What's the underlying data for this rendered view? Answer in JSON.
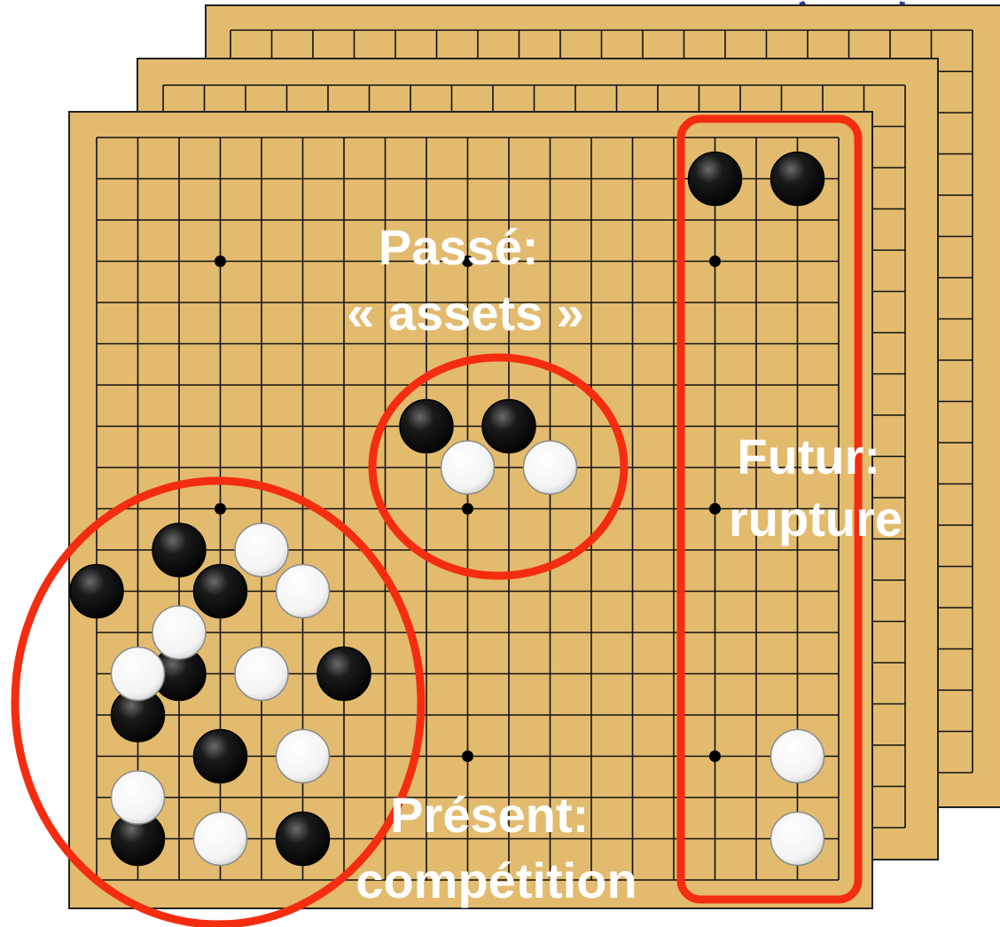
{
  "labels": {
    "past": [
      "Passé:",
      "« assets »"
    ],
    "future": [
      "Futur:",
      "rupture"
    ],
    "present": [
      "Présent:",
      "compétition"
    ]
  },
  "colors": {
    "board": "#e2bb6e",
    "grid": "#111111",
    "highlight": "#f52d10",
    "label_text": "#ffffff",
    "black_stone": "#000000",
    "white_stone": "#ffffff"
  },
  "boards": {
    "layers": 3,
    "size": 19,
    "star_points": true
  },
  "stones": {
    "black": [
      [
        15,
        1
      ],
      [
        17,
        1
      ],
      [
        8,
        7
      ],
      [
        10,
        7
      ],
      [
        2,
        10
      ],
      [
        0,
        11
      ],
      [
        3,
        11
      ],
      [
        2,
        13
      ],
      [
        6,
        13
      ],
      [
        1,
        14
      ],
      [
        3,
        15
      ],
      [
        1,
        17
      ],
      [
        5,
        17
      ]
    ],
    "white": [
      [
        9,
        8
      ],
      [
        11,
        8
      ],
      [
        4,
        10
      ],
      [
        5,
        11
      ],
      [
        2,
        12
      ],
      [
        1,
        13
      ],
      [
        4,
        13
      ],
      [
        5,
        15
      ],
      [
        17,
        15
      ],
      [
        1,
        16
      ],
      [
        3,
        17
      ],
      [
        17,
        17
      ]
    ]
  }
}
